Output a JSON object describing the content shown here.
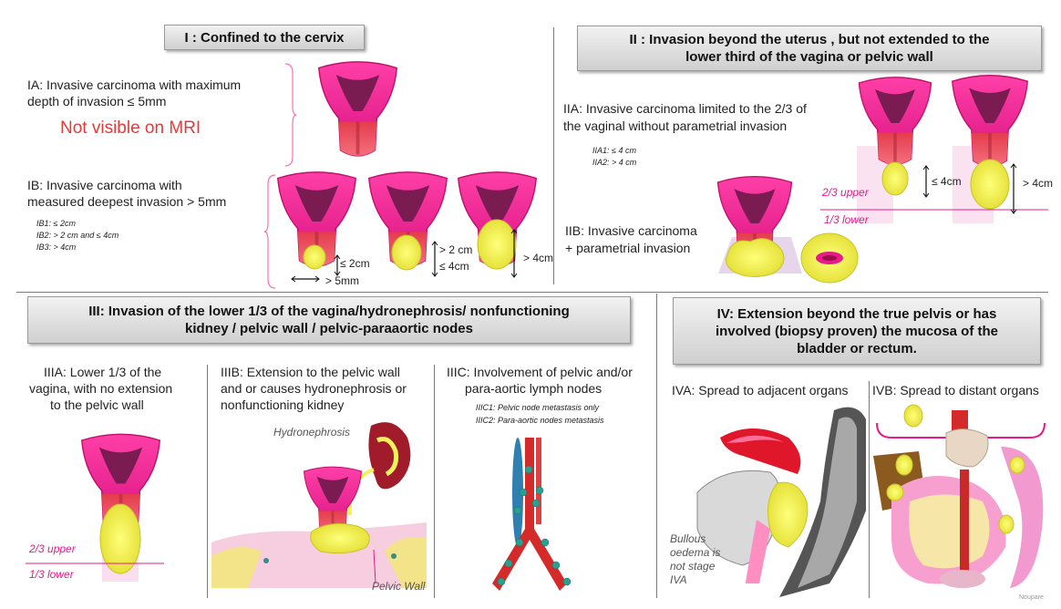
{
  "stage1": {
    "header": "I : Confined to the cervix",
    "ia_text_1": "IA: Invasive carcinoma with maximum",
    "ia_text_2": "depth of invasion ≤ 5mm",
    "ia_note": "Not visible on MRI",
    "ib_text_1": "IB: Invasive carcinoma with",
    "ib_text_2": "measured deepest invasion > 5mm",
    "ib_sub": [
      "IB1: ≤ 2cm",
      "IB2: > 2 cm and ≤ 4cm",
      "IB3: >  4cm"
    ],
    "ib1_label": "≤ 2cm",
    "ib1_width_label": "> 5mm",
    "ib2_label_1": "> 2 cm",
    "ib2_label_2": "≤ 4cm",
    "ib3_label": "> 4cm"
  },
  "stage2": {
    "header_1": "II : Invasion beyond the uterus , but not extended to the",
    "header_2": "lower third of the vagina or pelvic wall",
    "iia_text_1": "IIA: Invasive carcinoma limited to the 2/3 of",
    "iia_text_2": "the vaginal without parametrial invasion",
    "iia_sub": [
      "IIA1: ≤ 4 cm",
      "IIA2: > 4 cm"
    ],
    "iia_upper": "2/3 upper",
    "iia_lower": "1/3 lower",
    "iia1_label": "≤ 4cm",
    "iia2_label": "> 4cm",
    "iib_text_1": "IIB: Invasive carcinoma",
    "iib_text_2": "+ parametrial invasion"
  },
  "stage3": {
    "header_1": "III: Invasion of the lower 1/3 of the vagina/hydronephrosis/ nonfunctioning",
    "header_2": "kidney / pelvic wall / pelvic-paraaortic nodes",
    "iiia_text": [
      "IIIA: Lower 1/3 of the",
      "vagina, with no extension",
      "to the pelvic wall"
    ],
    "iiia_upper": "2/3 upper",
    "iiia_lower": "1/3 lower",
    "iiib_text": [
      "IIIB: Extension to the pelvic wall",
      "and or causes hydronephrosis or",
      "nonfunctioning  kidney"
    ],
    "iiib_hydro": "Hydronephrosis",
    "iiib_wall": "Pelvic Wall",
    "iiic_text": [
      "IIIC: Involvement  of pelvic and/or",
      "para-aortic lymph nodes"
    ],
    "iiic_sub": [
      "IIIC1: Pelvic node metastasis only",
      "IIIC2: Para-aortic nodes metastasis"
    ]
  },
  "stage4": {
    "header_1": "IV: Extension beyond the true pelvis or has",
    "header_2": "involved (biopsy proven) the mucosa of the",
    "header_3": "bladder or rectum.",
    "iva_text": "IVA: Spread to adjacent organs",
    "ivb_text": "IVB: Spread to distant organs",
    "iva_note": [
      "Bullous",
      "oedema is",
      "not stage",
      "IVA"
    ],
    "watermark": "Noupare"
  },
  "colors": {
    "magenta": "#e8198b",
    "red": "#d93a3a",
    "tumor": "#f2f25a",
    "note_red": "#e23b3b"
  }
}
